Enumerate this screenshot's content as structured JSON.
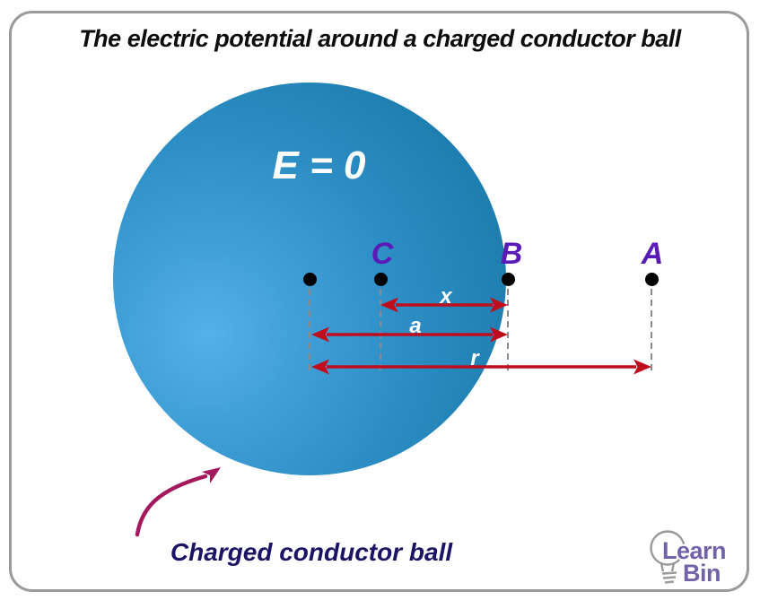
{
  "title": "The electric potential around a charged conductor ball",
  "ball": {
    "field_label": "E = 0",
    "caption": "Charged conductor ball"
  },
  "points": {
    "center": {
      "label": ""
    },
    "c": {
      "label": "C"
    },
    "b": {
      "label": "B"
    },
    "a": {
      "label": "A"
    }
  },
  "distances": {
    "x": {
      "label": "x",
      "from": "C",
      "to": "B"
    },
    "a": {
      "label": "a",
      "from": "center",
      "to": "B"
    },
    "r": {
      "label": "r",
      "from": "center",
      "to": "A"
    }
  },
  "logo": {
    "learn": "Learn",
    "bin": "Bin"
  },
  "colors": {
    "ball_highlight": "#55b1e8",
    "ball_edge": "#1a79a9",
    "point_label": "#5a1ab5",
    "distance_arrow": "#c00d1e",
    "caption_arrow": "#a4195e",
    "caption_text": "#1b1464",
    "logo_text": "#7263a8",
    "frame_border": "#9a9a9a"
  }
}
